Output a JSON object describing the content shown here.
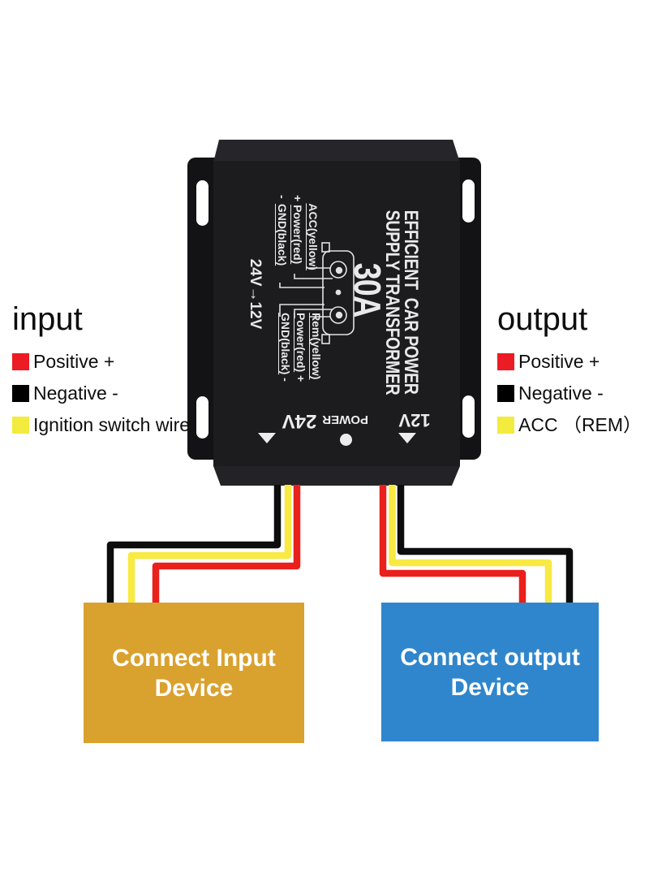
{
  "device": {
    "title_line1": "EFFICIENT  CAR POWER",
    "title_line2": "SUPPLY TRANSFORMER",
    "amperage": "30A",
    "conversion": "24V→12V",
    "input_terminals": [
      {
        "sign": "",
        "label": "ACC(yellow)"
      },
      {
        "sign": "+",
        "label": "Power(red)"
      },
      {
        "sign": "-",
        "label": "GND(black)"
      }
    ],
    "output_terminals": [
      {
        "label": "Rem(yellow)",
        "sign": ""
      },
      {
        "label": "Power(red)",
        "sign": "+"
      },
      {
        "label": "GND(black)",
        "sign": "-"
      }
    ],
    "bottom_markings": {
      "left": "24V",
      "center": "POWER",
      "right": "12V"
    }
  },
  "input_legend": {
    "title": "input",
    "items": [
      {
        "color": "#EC1C24",
        "label": "Positive +"
      },
      {
        "color": "#000000",
        "label": "Negative -"
      },
      {
        "color": "#F3EB3D",
        "label": "Ignition switch wire"
      }
    ]
  },
  "output_legend": {
    "title": "output",
    "items": [
      {
        "color": "#EC1C24",
        "label": "Positive +"
      },
      {
        "color": "#000000",
        "label": "Negative -"
      },
      {
        "color": "#F3EB3D",
        "label": "ACC （REM）"
      }
    ]
  },
  "connection_boxes": {
    "input": {
      "line1": "Connect Input",
      "line2": "Device",
      "color": "#D9A12E"
    },
    "output": {
      "line1": "Connect output",
      "line2": "Device",
      "color": "#2F86CC"
    }
  },
  "wire_colors": {
    "positive_red": "#E9201C",
    "negative_black": "#0D0D0D",
    "accessory_yellow": "#F8E943"
  }
}
